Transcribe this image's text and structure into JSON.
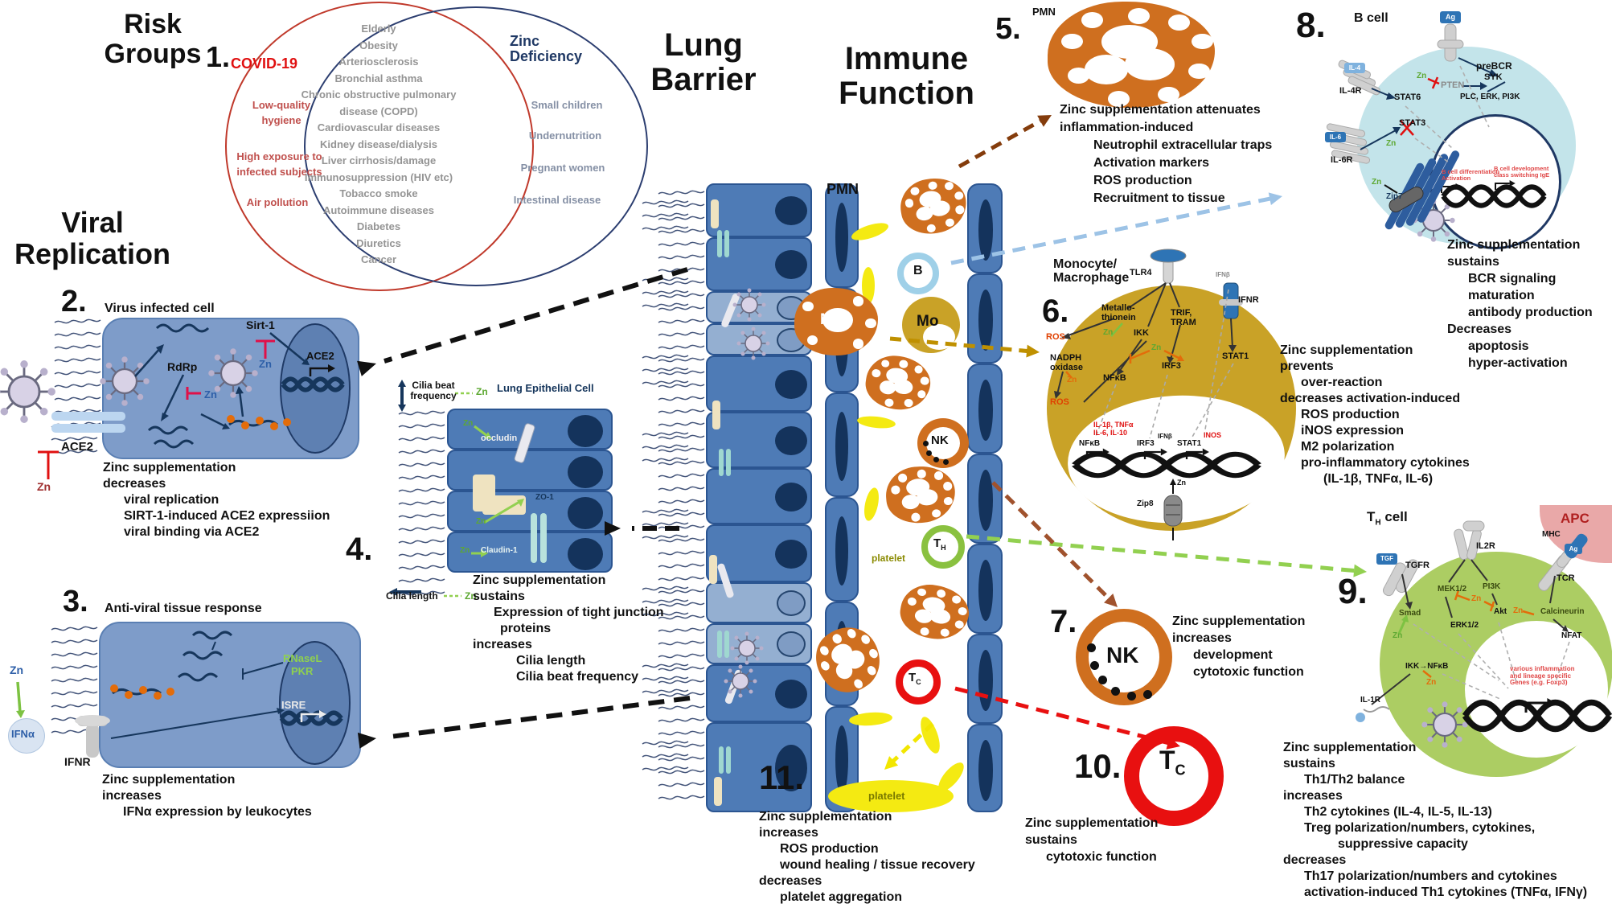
{
  "colors": {
    "pmn_orange": "#cf6f1f",
    "macrophage_mustard": "#c9a227",
    "th_green": "#8ac140",
    "tc_red": "#e81010",
    "bcell_cyan": "#c3e4ea",
    "platelet_yellow": "#f4ea12",
    "zn_green": "#5da832",
    "zn_blue": "#2e5fa8",
    "zn_orange": "#e36c0a",
    "venn_red": "#c0392b",
    "venn_navy": "#2c3e70"
  },
  "titles": {
    "risk1": "Risk",
    "risk2": "Groups",
    "viral1": "Viral",
    "viral2": "Replication",
    "lung1": "Lung",
    "lung2": "Barrier",
    "imm1": "Immune",
    "imm2": "Function"
  },
  "venn": {
    "num": "1.",
    "covid_title": "COVID-19",
    "covid_items": [
      "Low-quality",
      "hygiene",
      "High exposure to",
      "infected subjects",
      "Air pollution"
    ],
    "overlap_items": [
      "Elderly",
      "Obesity",
      "Arteriosclerosis",
      "Bronchial asthma",
      "Chronic obstructive pulmonary",
      "disease (COPD)",
      "Cardiovascular diseases",
      "Kidney disease/dialysis",
      "Liver cirrhosis/damage",
      "Immunosuppression (HIV etc)",
      "Tobacco smoke",
      "Autoimmune diseases",
      "Diabetes",
      "Diuretics",
      "Cancer"
    ],
    "zinc_title1": "Zinc",
    "zinc_title2": "Deficiency",
    "zinc_items": [
      "Small children",
      "Undernutrition",
      "Pregnant women",
      "Intestinal disease"
    ]
  },
  "s2": {
    "num": "2.",
    "title": "Virus infected cell",
    "labels": {
      "sirt1": "Sirt-1",
      "zn_sirt": "Zn",
      "ace2_gene": "ACE2",
      "rdrp": "RdRp",
      "zn_rdrp": "Zn",
      "ace2_receptor": "ACE2",
      "zn_left": "Zn"
    },
    "text": [
      "Zinc supplementation",
      "decreases",
      "viral replication",
      "SIRT-1-induced ACE2 expressiion",
      "viral binding via ACE2"
    ]
  },
  "s3": {
    "num": "3.",
    "title": "Anti-viral tissue response",
    "labels": {
      "rnasel": "RNaseL",
      "pkr": "PKR",
      "isre": "ISRE",
      "zn": "Zn",
      "ifna": "IFNα",
      "ifnr": "IFNR"
    },
    "text": [
      "Zinc supplementation",
      "increases",
      "IFNα expression by leukocytes"
    ]
  },
  "s4": {
    "num": "4.",
    "title": "Lung Epithelial Cell",
    "labels": {
      "cilia_beat1": "Cilia beat",
      "cilia_beat2": "frequency",
      "zn_top": "Zn",
      "occludin": "occludin",
      "zn_occ": "Zn",
      "zo1": "ZO-1",
      "zn_zo1": "Zn",
      "zn_cla": "Zn",
      "claudin": "Claudin-1",
      "cilia_length": "Cilia length",
      "zn_len": "Zn"
    },
    "text": [
      "Zinc supplementation",
      "sustains",
      "Expression of tight junction",
      "proteins",
      "increases",
      "Cilia length",
      "Cilia beat frequency"
    ]
  },
  "s5": {
    "num": "5.",
    "pmn": "PMN",
    "text": [
      "Zinc supplementation attenuates",
      "inflammation-induced",
      "Neutrophil extracellular traps",
      "Activation markers",
      "ROS production",
      "Recruitment to tissue"
    ]
  },
  "s6": {
    "num": "6.",
    "title1": "Monocyte/",
    "title2": "Macrophage",
    "labels": {
      "tlr4": "TLR4",
      "ifnb_top": "IFNβ",
      "ifnr": "IFNR",
      "metallo1": "Metallo-",
      "metallo2": "thionein",
      "ros1": "ROS",
      "zn1": "Zn",
      "ikk": "IKK",
      "trif1": "TRIF,",
      "trif2": "TRAM",
      "nadph1": "NADPH",
      "nadph2": "oxidase",
      "zn2": "Zn",
      "ros2": "ROS",
      "nfkb": "NFκB",
      "zn3": "Zn",
      "irf3": "IRF3",
      "stat1": "STAT1",
      "nuc_cyto1": "IL-1β, TNFα",
      "nuc_cyto2": "IL-6, IL-10",
      "nuc_nfkb": "NFκB",
      "nuc_irf3": "IRF3",
      "nuc_ifnb": "IFNβ",
      "nuc_stat1": "STAT1",
      "nuc_inos": "iNOS",
      "zip8": "Zip8",
      "zn4": "Zn"
    },
    "text": [
      "Zinc supplementation",
      "prevents",
      "over-reaction",
      "decreases activation-induced",
      "ROS production",
      "iNOS expression",
      "M2 polarization",
      "pro-inflammatory cytokines",
      "(IL-1β, TNFα, IL-6)"
    ]
  },
  "s7": {
    "num": "7.",
    "nk": "NK",
    "text": [
      "Zinc supplementation",
      "increases",
      "development",
      "cytotoxic function"
    ]
  },
  "s8": {
    "num": "8.",
    "title": "B cell",
    "labels": {
      "ag": "Ag",
      "prebcr": "preBCR",
      "zn1": "Zn",
      "pten": "PTEN",
      "syk": "SYK",
      "plc": "PLC, ERK, PI3K",
      "il4": "IL-4",
      "il4r": "IL-4R",
      "stat6": "STAT6",
      "stat3": "STAT3",
      "zn2": "Zn",
      "il6": "IL-6",
      "il6r": "IL-6R",
      "zn3": "Zn",
      "zip7": "Zip7",
      "nucl1": "B cell differentiation",
      "nucl2": "Activation",
      "nucr1": "B cell development",
      "nucr2": "class switching IgE"
    },
    "text": [
      "Zinc supplementation",
      "sustains",
      "BCR signaling",
      "maturation",
      "antibody production",
      "Decreases",
      "apoptosis",
      "hyper-activation"
    ]
  },
  "s9": {
    "num": "9.",
    "t": "T",
    "h": "H",
    "cell": " cell",
    "apc": "APC",
    "labels": {
      "mhc": "MHC",
      "ag": "Ag",
      "tcr": "TCR",
      "tgf": "TGF",
      "tgfr": "TGFR",
      "il2r": "IL2R",
      "mek": "MEK1/2",
      "pi3k": "PI3K",
      "zn_mid": "Zn",
      "akt": "Akt",
      "erk": "ERK1/2",
      "smad": "Smad",
      "zn_smad": "Zn",
      "calcineurin": "Calcineurin",
      "zn_cal": "Zn",
      "nfat": "NFAT",
      "ikknfkb": "IKK→NFκB",
      "zn_ikk": "Zn",
      "il1r": "IL-1R",
      "nuc1": "various inflammation",
      "nuc2": "and lineage specific",
      "nuc3": "Genes (e.g. Foxp3)"
    },
    "text": [
      "Zinc supplementation",
      "sustains",
      "Th1/Th2 balance",
      "increases",
      "Th2 cytokines (IL-4, IL-5, IL-13)",
      "Treg polarization/numbers, cytokines,",
      "suppressive capacity",
      "decreases",
      "Th17 polarization/numbers and cytokines",
      "activation-induced Th1 cytokines (TNFα, IFNγ)"
    ]
  },
  "s10": {
    "num": "10.",
    "t": "T",
    "c": "C",
    "text": [
      "Zinc supplementation",
      "sustains",
      "cytotoxic function"
    ]
  },
  "s11": {
    "num": "11.",
    "platelet": "platelet",
    "text": [
      "Zinc supplementation",
      "increases",
      "ROS production",
      "wound healing / tissue recovery",
      "decreases",
      "platelet aggregation"
    ]
  },
  "barrier": {
    "pmn": "PMN",
    "b": "B",
    "mo": "Mo",
    "mphi": "Mφ",
    "nk": "NK",
    "t": "T",
    "h": "H",
    "c": "C",
    "platelet": "platelet"
  }
}
